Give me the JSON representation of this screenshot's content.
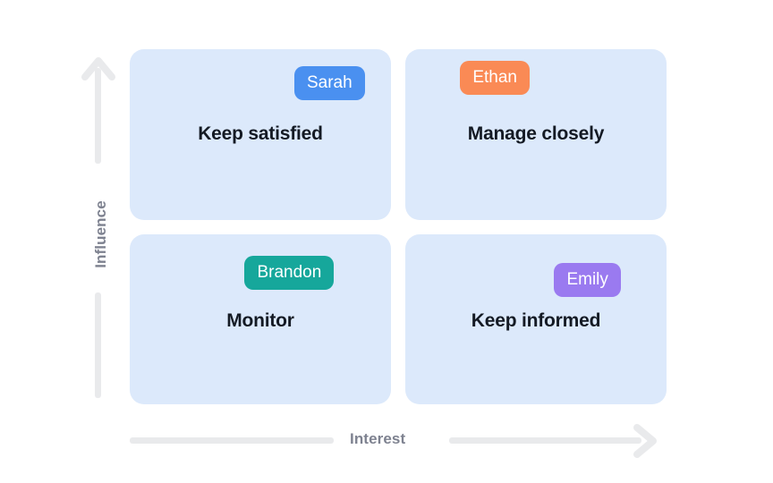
{
  "axes": {
    "x": {
      "label": "Interest",
      "direction": "increasing-right",
      "arrow_icon": "arrow-right-icon"
    },
    "y": {
      "label": "Influence",
      "direction": "increasing-up",
      "arrow_icon": "arrow-up-icon"
    },
    "line_color": "#e9eaec",
    "label_color": "#7e8290"
  },
  "matrix": {
    "background": "#dce9fb",
    "title_color": "#141a24",
    "quadrants": [
      {
        "key": "top-left",
        "title": "Keep satisfied",
        "interest": "low",
        "influence": "high",
        "stakeholders": [
          {
            "name": "Sarah",
            "color": "#4a90f0",
            "x_pct": 63,
            "y_pct": 10
          }
        ]
      },
      {
        "key": "top-right",
        "title": "Manage closely",
        "interest": "high",
        "influence": "high",
        "stakeholders": [
          {
            "name": "Ethan",
            "color": "#fa8a55",
            "x_pct": 21,
            "y_pct": 7
          }
        ]
      },
      {
        "key": "bottom-left",
        "title": "Monitor",
        "interest": "low",
        "influence": "low",
        "stakeholders": [
          {
            "name": "Brandon",
            "color": "#16a79b",
            "x_pct": 44,
            "y_pct": 13
          }
        ]
      },
      {
        "key": "bottom-right",
        "title": "Keep informed",
        "interest": "high",
        "influence": "low",
        "stakeholders": [
          {
            "name": "Emily",
            "color": "#9a7af0",
            "x_pct": 57,
            "y_pct": 17
          }
        ]
      }
    ]
  }
}
